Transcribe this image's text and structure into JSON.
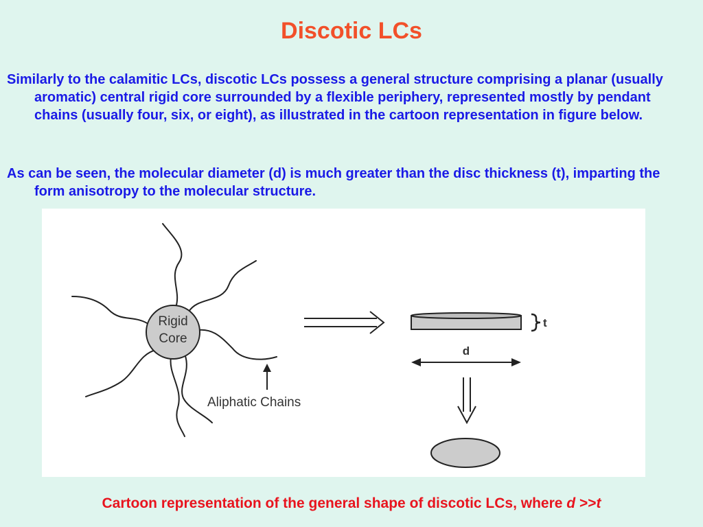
{
  "slide": {
    "title": "Discotic LCs",
    "paragraphs": [
      "Similarly to the calamitic LCs, discotic LCs possess a general structure comprising a planar (usually aromatic) central rigid core surrounded by a flexible periphery, represented mostly by pendant chains (usually four, six, or eight), as illustrated in the cartoon representation in figure below.",
      "As can be seen, the molecular diameter (d) is much greater than the disc thickness (t), imparting the form anisotropy to the molecular structure."
    ]
  },
  "figure": {
    "core_label_line1": "Rigid",
    "core_label_line2": "Core",
    "chains_label": "Aliphatic Chains",
    "thickness_label": "t",
    "diameter_label": "d",
    "colors": {
      "core_fill": "#cccccc",
      "stroke": "#222222"
    }
  },
  "caption": {
    "text": "Cartoon representation of the general shape of discotic LCs, where ",
    "var_d": "d",
    "relation": " >>",
    "var_t": "t"
  },
  "colors": {
    "background": "#dff5ee",
    "title": "#f2502a",
    "body_text": "#1a1ae6",
    "caption": "#e8141e"
  }
}
